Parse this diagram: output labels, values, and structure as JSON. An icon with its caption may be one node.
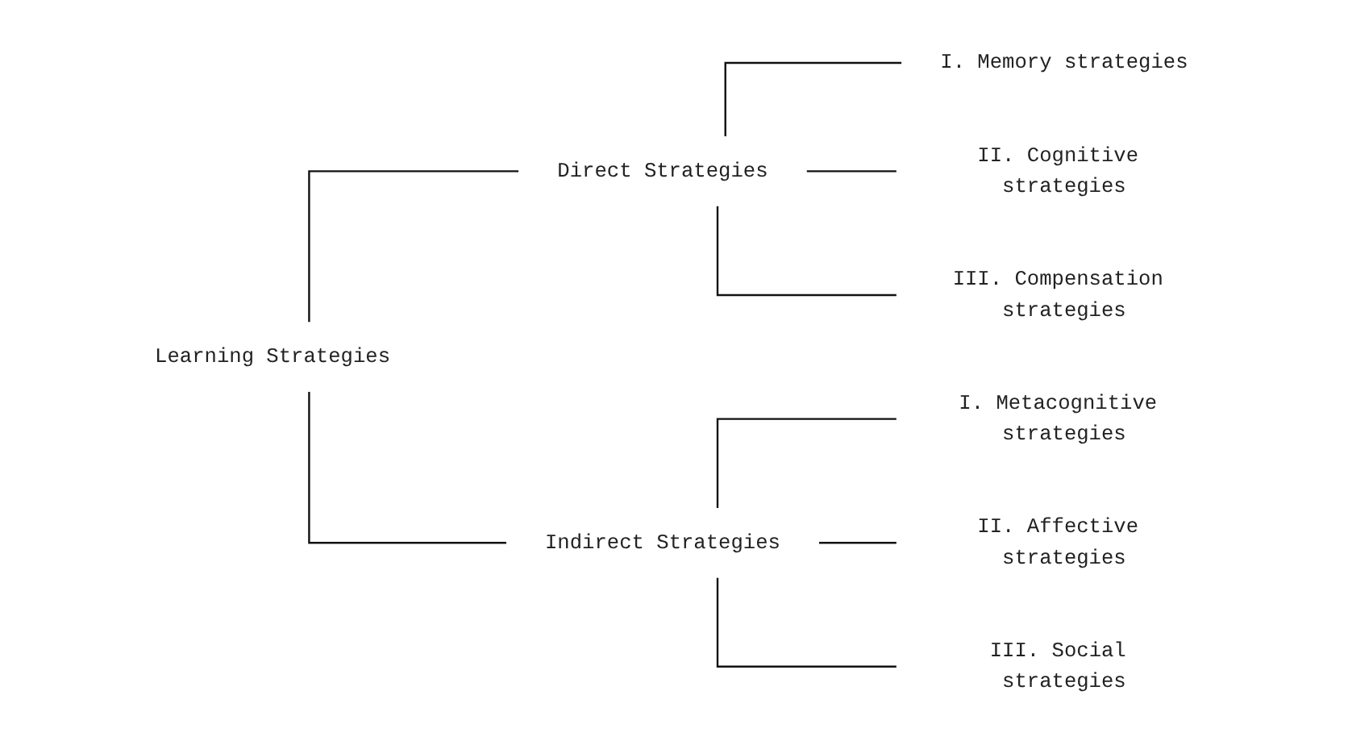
{
  "diagram": {
    "nodes": [
      {
        "text": [
          "Learning Strategies"
        ]
      },
      {
        "text": [
          "Direct Strategies"
        ]
      },
      {
        "text": [
          "Indirect Strategies"
        ]
      },
      {
        "text": [
          "I. Memory strategies"
        ]
      },
      {
        "text": [
          "II. Cognitive strategies"
        ]
      },
      {
        "text": [
          "III. Compensation strategies"
        ]
      },
      {
        "text": [
          "I. Metacognitive strategies"
        ]
      },
      {
        "text": [
          "II. Affective strategies"
        ]
      },
      {
        "text": [
          "III. Social strategies"
        ]
      }
    ],
    "edges": [
      {
        "from": 0,
        "to": 1,
        "arrow": "none"
      },
      {
        "from": 0,
        "to": 2,
        "arrow": "none"
      },
      {
        "from": 1,
        "to": 3,
        "arrow": "none"
      },
      {
        "from": 1,
        "to": 4,
        "arrow": "none"
      },
      {
        "from": 1,
        "to": 5,
        "arrow": "none"
      },
      {
        "from": 2,
        "to": 6,
        "arrow": "none"
      },
      {
        "from": 2,
        "to": 7,
        "arrow": "none"
      },
      {
        "from": 2,
        "to": 8,
        "arrow": "none"
      }
    ]
  }
}
